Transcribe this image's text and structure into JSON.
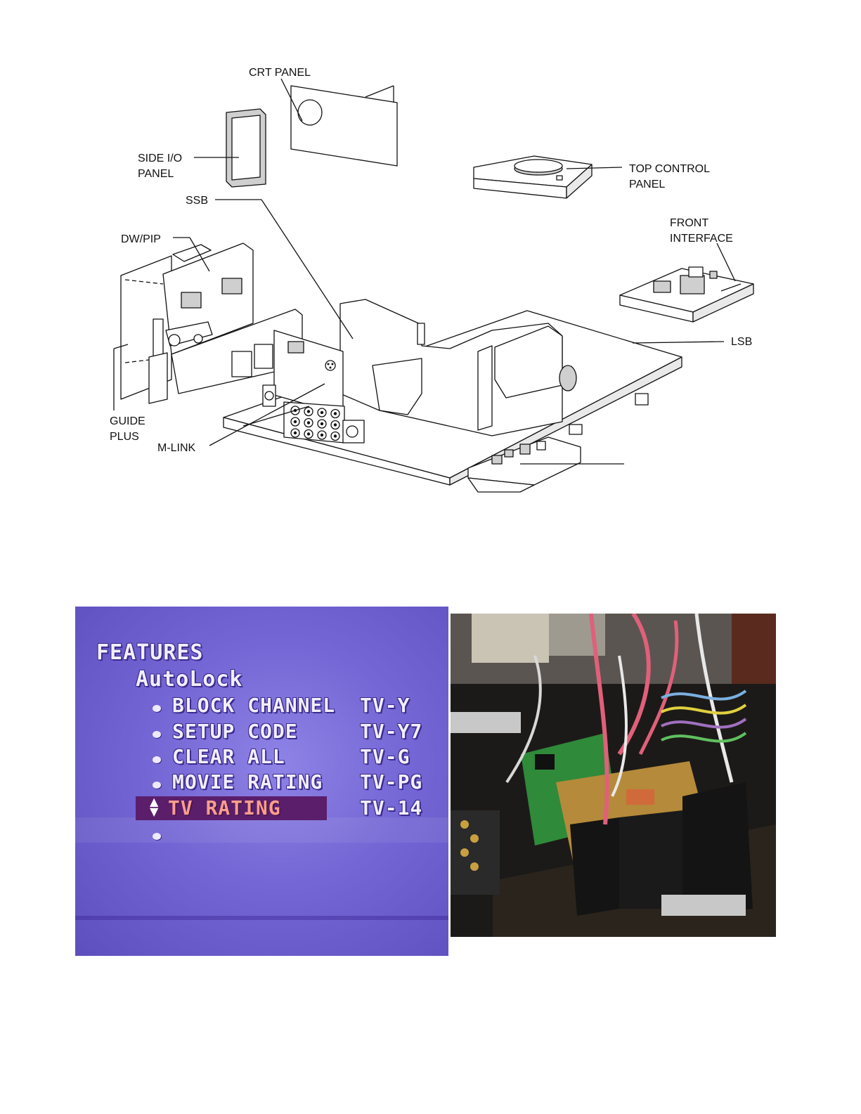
{
  "diagram": {
    "labels": {
      "crt_panel": "CRT PANEL",
      "side_io_1": "SIDE I/O",
      "side_io_2": "PANEL",
      "top_control_1": "TOP CONTROL",
      "top_control_2": "PANEL",
      "ssb": "SSB",
      "front_interface_1": "FRONT",
      "front_interface_2": "INTERFACE",
      "dw_pip": "DW/PIP",
      "lsb": "LSB",
      "guide_plus_1": "GUIDE",
      "guide_plus_2": "PLUS",
      "m_link": "M-LINK"
    }
  },
  "tv_screen": {
    "title": "FEATURES",
    "subtitle": "AutoLock",
    "items": [
      {
        "label": "BLOCK CHANNEL",
        "value": "TV-Y"
      },
      {
        "label": "SETUP CODE",
        "value": "TV-Y7"
      },
      {
        "label": "CLEAR ALL",
        "value": "TV-G"
      },
      {
        "label": "MOVIE RATING",
        "value": "TV-PG"
      },
      {
        "label": "TV RATING",
        "value": "TV-14"
      }
    ],
    "selected_index": 4,
    "colors": {
      "background": "#7466d4",
      "highlight": "#5a1e6b",
      "highlight_text": "#ff9d8e",
      "text": "#f2eefc"
    }
  },
  "photo": {
    "colors": {
      "board_green": "#2f8a3a",
      "board_tan": "#b58a3a",
      "wire_pink": "#e0607a",
      "frame_black": "#141414"
    }
  }
}
